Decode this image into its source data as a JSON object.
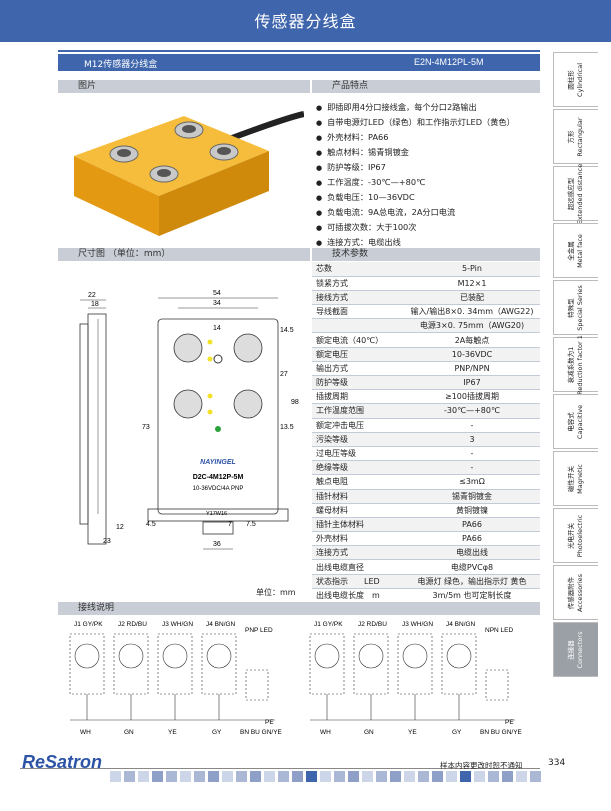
{
  "header": {
    "title": "传感器分线盒"
  },
  "model": {
    "name_cn": "M12传感器分线盒",
    "code": "E2N-4M12PL-5M"
  },
  "sections": {
    "picture": "图片",
    "features": "产品特点",
    "dimension": "尺寸图 （单位：mm）",
    "tech": "技术参数",
    "wiring": "接线说明"
  },
  "features": [
    "即插即用4分口接线盒，每个分口2路输出",
    "自带电源灯LED（绿色）和工作指示灯LED（黄色）",
    "外壳材料：PA66",
    "触点材料：锡青铜镀金",
    "防护等级：IP67",
    "工作温度：-30℃—+80℃",
    "负载电压：10—36VDC",
    "负载电流：9A总电流，2A分口电流",
    "可插拔次数：大于100次",
    "连接方式：电缆出线"
  ],
  "specs": [
    {
      "k": "芯数",
      "v": "5-Pin"
    },
    {
      "k": "锁紧方式",
      "v": "M12×1"
    },
    {
      "k": "接线方式",
      "v": "已装配"
    },
    {
      "k": "导线截面",
      "v": "输入/输出8×0. 34mm（AWG22)"
    },
    {
      "k": "",
      "v": "电源3×0. 75mm（AWG20)"
    },
    {
      "k": "额定电流（40℃）",
      "v": "2A每触点"
    },
    {
      "k": "额定电压",
      "v": "10-36VDC"
    },
    {
      "k": "输出方式",
      "v": "PNP/NPN"
    },
    {
      "k": "防护等级",
      "v": "IP67"
    },
    {
      "k": "插拔周期",
      "v": "≥100插拔周期"
    },
    {
      "k": "工作温度范围",
      "v": "-30℃—+80℃"
    },
    {
      "k": "额定冲击电压",
      "v": "-"
    },
    {
      "k": "污染等级",
      "v": "3"
    },
    {
      "k": "过电压等级",
      "v": "-"
    },
    {
      "k": "绝缘等级",
      "v": "-"
    },
    {
      "k": "触点电阻",
      "v": "≤3mΩ"
    },
    {
      "k": "插针材料",
      "v": "锡青铜镀金"
    },
    {
      "k": "螺母材料",
      "v": "黄铜镀镍"
    },
    {
      "k": "插针主体材料",
      "v": "PA66"
    },
    {
      "k": "外壳材料",
      "v": "PA66"
    },
    {
      "k": "连接方式",
      "v": "电缆出线"
    },
    {
      "k": "出线电缆直径",
      "v": "电缆PVCφ8"
    },
    {
      "k": "状态指示　　LED",
      "v": "电源灯 绿色，输出指示灯 黄色"
    },
    {
      "k": "出线电缆长度　m",
      "v": "3m/5m 也可定制长度"
    }
  ],
  "unit_label": "单位：mm",
  "drawing": {
    "dims": [
      "22",
      "18",
      "54",
      "34",
      "14",
      "14.5",
      "27",
      "98",
      "13.5",
      "73",
      "12",
      "23",
      "4.5",
      "7",
      "7.5",
      "36",
      "Y17W16"
    ],
    "brand": "NAYINGEL",
    "label_model": "D2C-4M12P-5M",
    "label_spec": "10-36VDC/4A PNP"
  },
  "wiring": {
    "pnp": {
      "title": "PNP LED",
      "ports": [
        "J1 GY/PK",
        "J2 RD/BU",
        "J3 WH/GN",
        "J4 BN/GN"
      ],
      "bottom": [
        "WH",
        "GN",
        "YE",
        "GY",
        "BN BU GN/YE"
      ],
      "pe": "PE"
    },
    "npn": {
      "title": "NPN LED",
      "ports": [
        "J1 GY/PK",
        "J2 RD/BU",
        "J3 WH/GN",
        "J4 BN/GN"
      ],
      "bottom": [
        "WH",
        "GN",
        "YE",
        "GY",
        "BN BU GN/YE"
      ],
      "pe": "PE"
    }
  },
  "side_tabs": [
    {
      "cn": "圆柱形",
      "en": "Cylindrical"
    },
    {
      "cn": "方形",
      "en": "Rectangular"
    },
    {
      "cn": "超远感应型",
      "en": "Extended distance"
    },
    {
      "cn": "全金属",
      "en": "Metal face"
    },
    {
      "cn": "特殊型",
      "en": "Special Series"
    },
    {
      "cn": "衰减系数为1",
      "en": "Reduction factor 1"
    },
    {
      "cn": "电容式",
      "en": "Capacitive"
    },
    {
      "cn": "磁性开关",
      "en": "Magnetic"
    },
    {
      "cn": "光电开关",
      "en": "Photoelectric"
    },
    {
      "cn": "传感器附件",
      "en": "Accessories"
    },
    {
      "cn": "连接器",
      "en": "Connectors"
    }
  ],
  "footer": {
    "logo": "ReSatron",
    "notice": "样本内容更改时恕不通知",
    "page": "334"
  },
  "colors": {
    "primary": "#3f66ad",
    "box": "#f2a81d",
    "section": "#c9ced6"
  }
}
